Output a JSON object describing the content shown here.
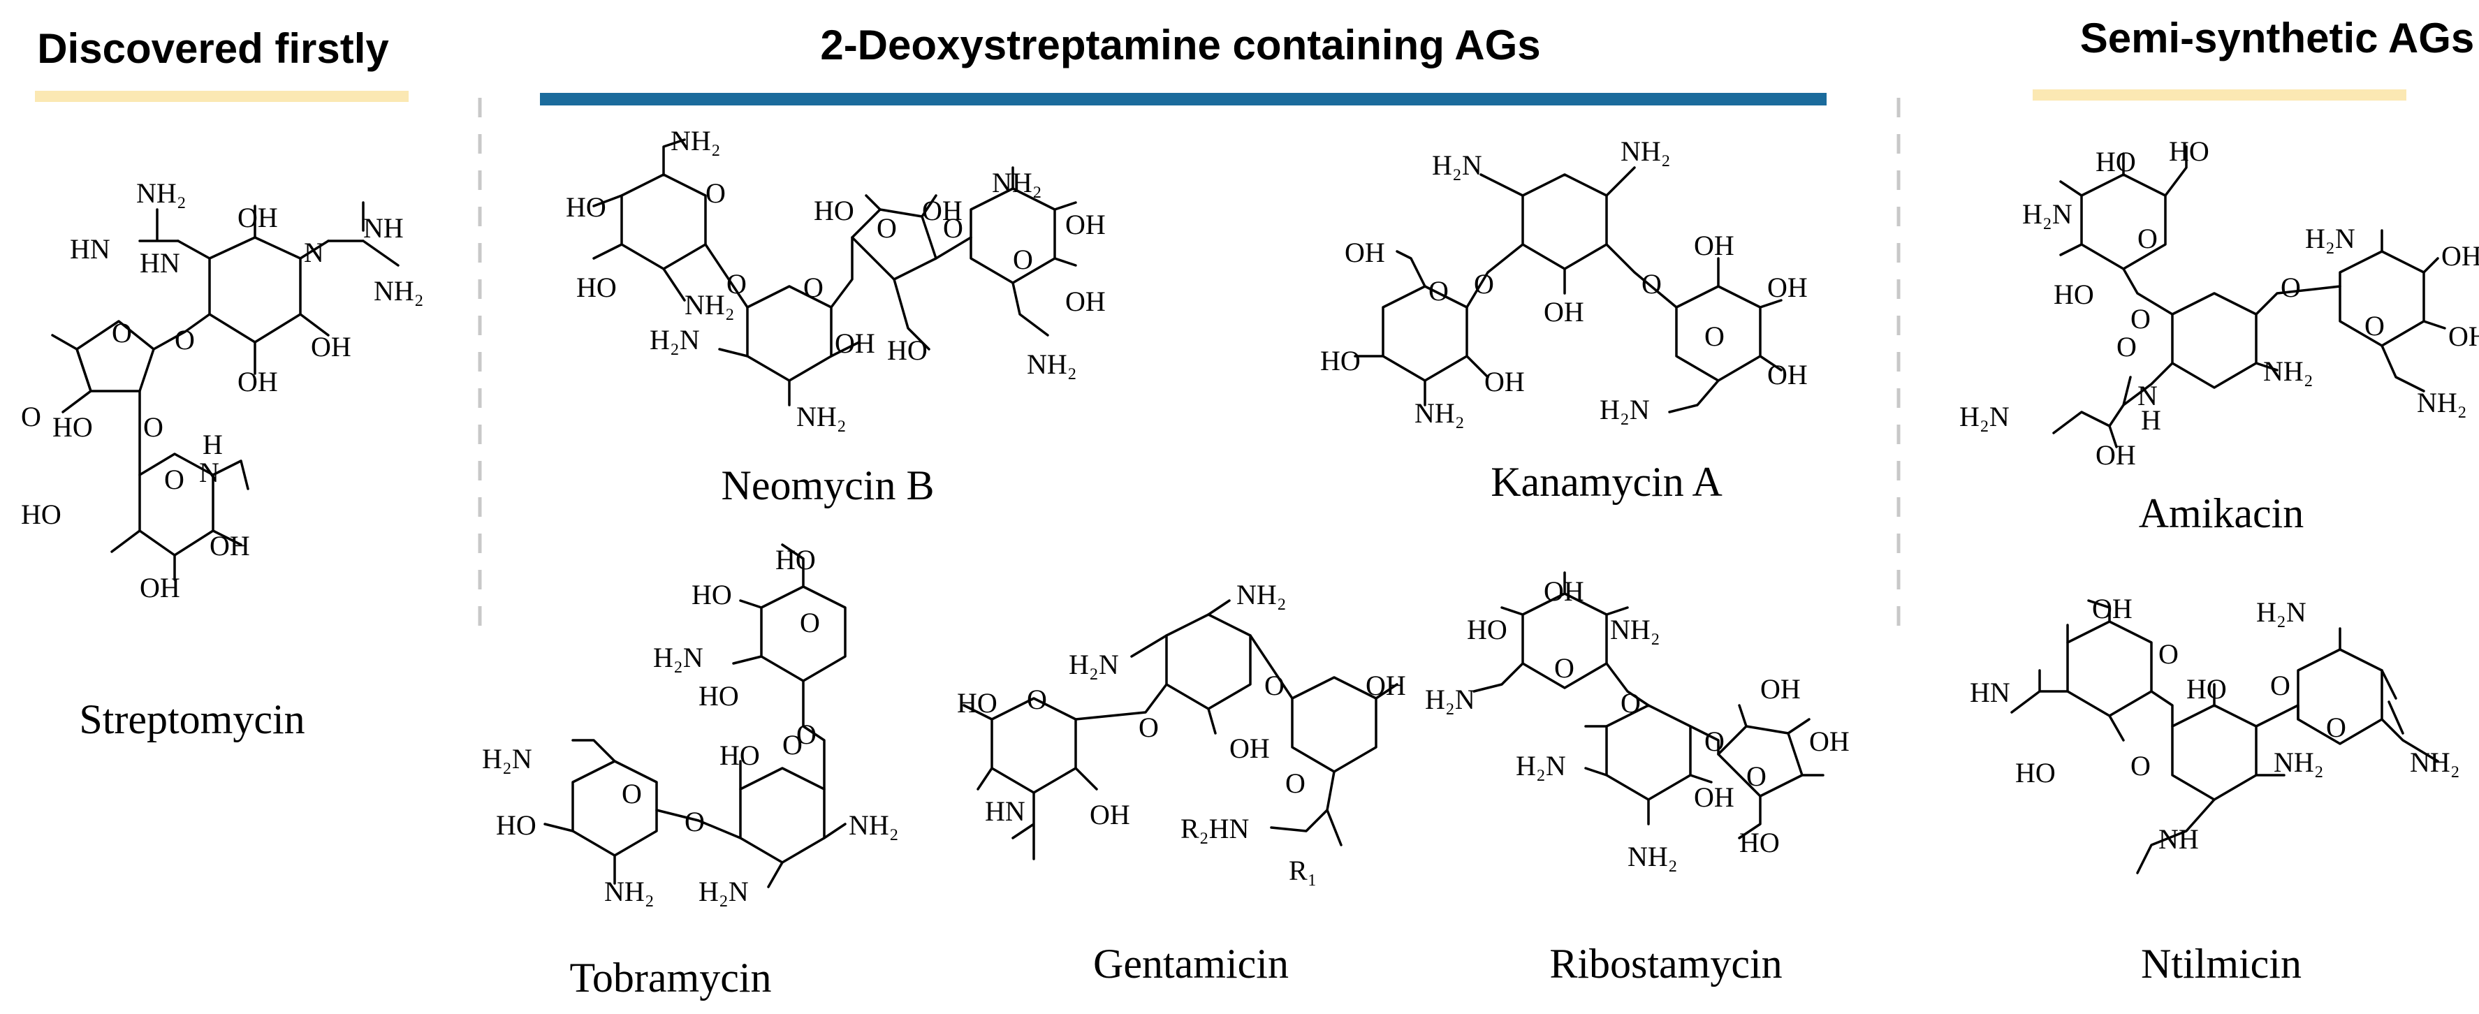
{
  "sections": {
    "discovered": {
      "title": "Discovered firstly",
      "accent": "#fbe8b3"
    },
    "deoxy": {
      "title": "2-Deoxystreptamine containing AGs",
      "accent": "#1b6b9c"
    },
    "semi": {
      "title": "Semi-synthetic AGs",
      "accent": "#fbe8b3"
    }
  },
  "divider_color": "#c8c8c8",
  "molecules": {
    "streptomycin": {
      "name": "Streptomycin"
    },
    "neomycin_b": {
      "name": "Neomycin B"
    },
    "kanamycin_a": {
      "name": "Kanamycin A"
    },
    "tobramycin": {
      "name": "Tobramycin"
    },
    "gentamicin": {
      "name": "Gentamicin"
    },
    "ribostamycin": {
      "name": "Ribostamycin"
    },
    "amikacin": {
      "name": "Amikacin"
    },
    "ntilmicin": {
      "name": "Ntilmicin"
    }
  },
  "atoms": {
    "nh2": "NH₂",
    "h2n": "H₂N",
    "oh": "OH",
    "ho": "HO",
    "o": "O",
    "nh": "NH",
    "hn": "HN",
    "n": "N",
    "h": "H",
    "r1": "R₁",
    "r2hn": "R₂HN"
  }
}
